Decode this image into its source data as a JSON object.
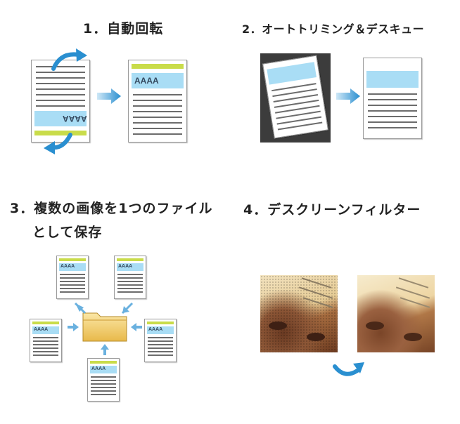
{
  "sections": [
    {
      "number": "1",
      "label": "1．自動回転"
    },
    {
      "number": "2",
      "label": "2．オートトリミング＆デスキュー"
    },
    {
      "number": "3",
      "label_line1": "3．複数の画像を1つのファイル",
      "label_line2": "として保存"
    },
    {
      "number": "4",
      "label": "4．デスクリーンフィルター"
    }
  ],
  "doc_text": "AAAA",
  "colors": {
    "accent_blue": "#a9ddf5",
    "accent_lime": "#c9dc4a",
    "arrow_blue": "#2a8fd0",
    "text_lines": "#6c6c6c",
    "folder": "#f1d27a"
  }
}
